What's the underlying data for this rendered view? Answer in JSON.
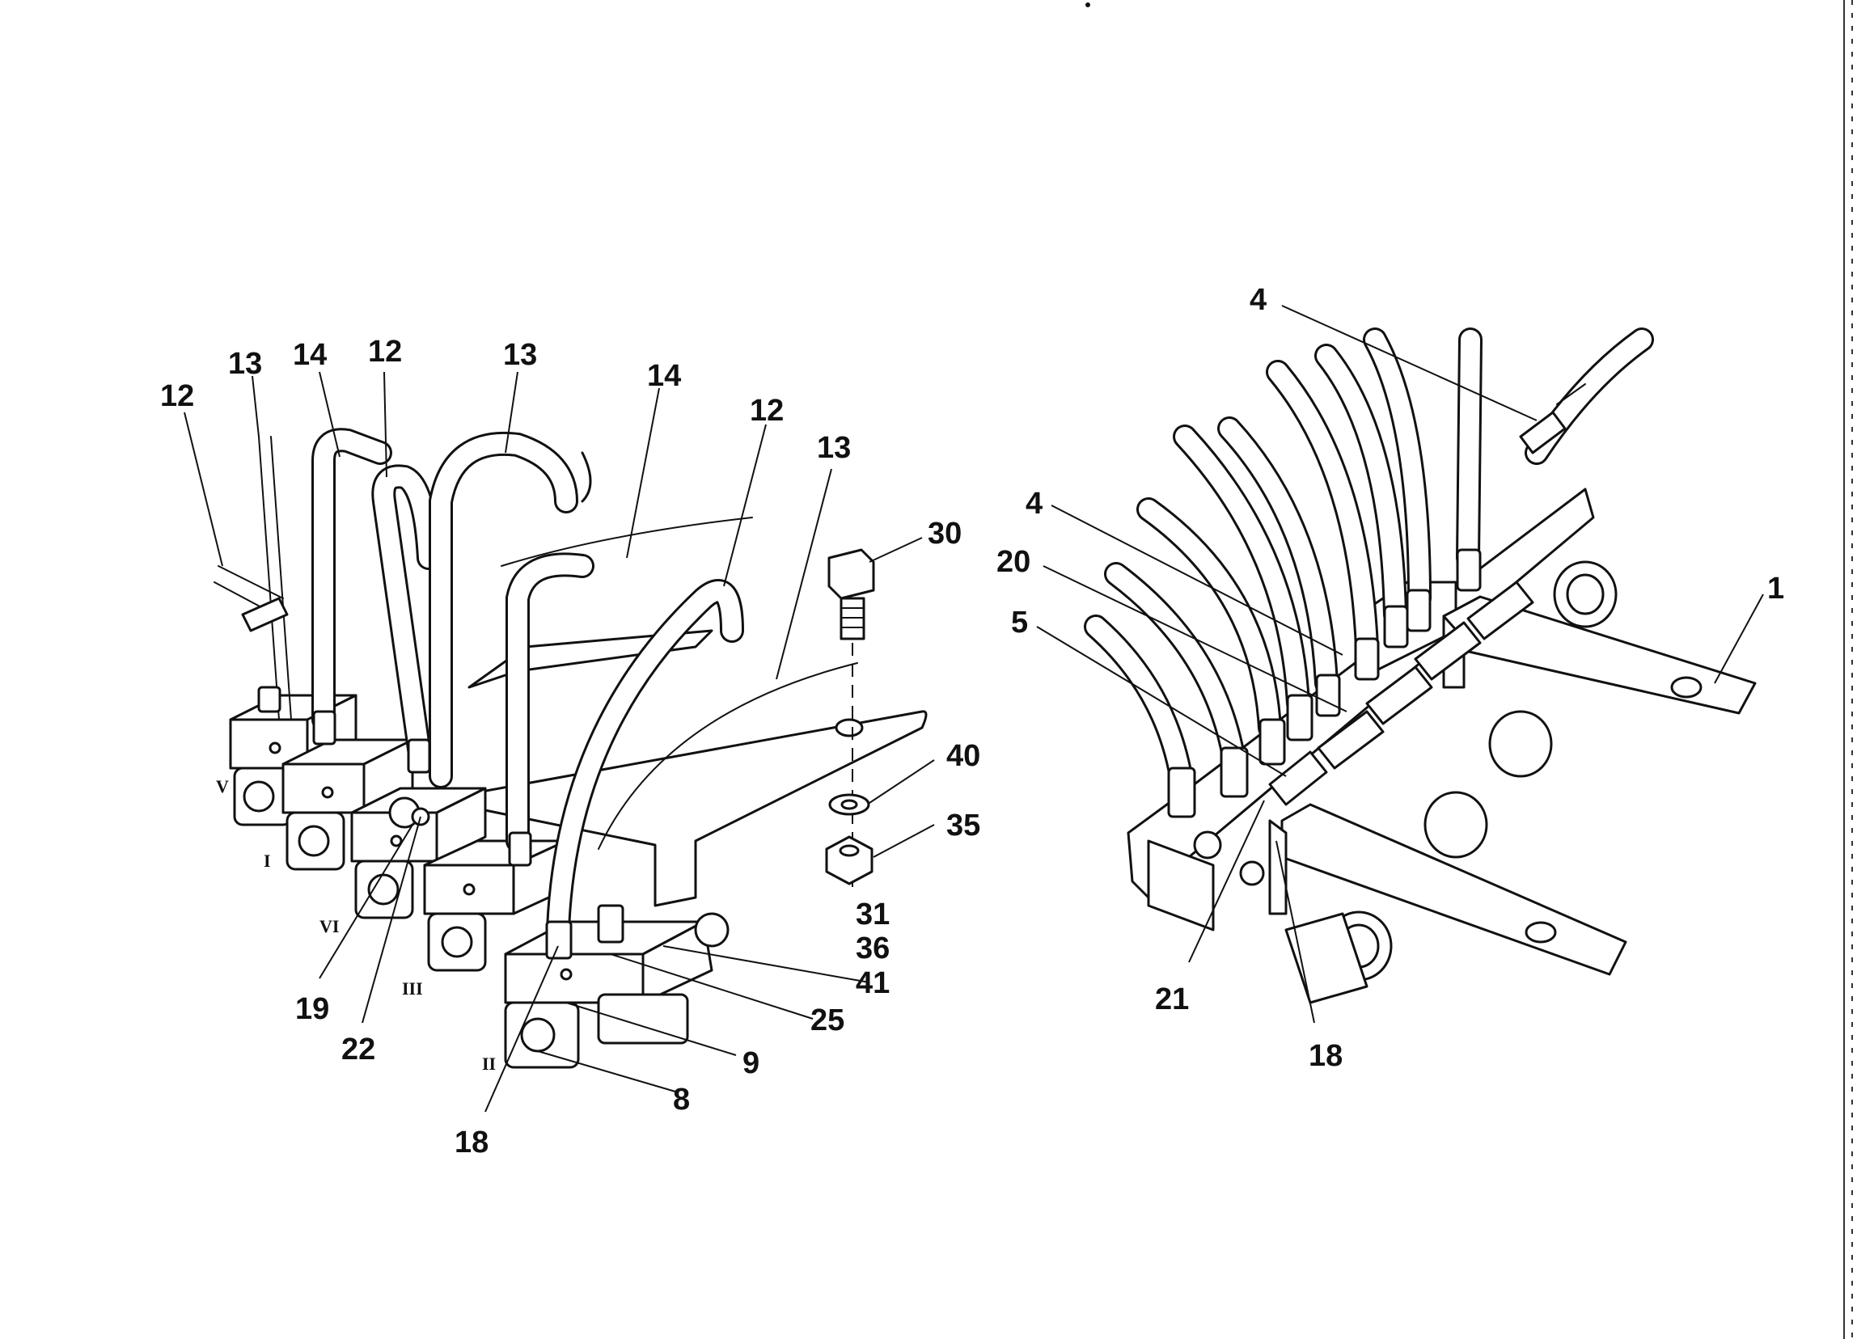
{
  "figure": {
    "left_assembly": {
      "labels": [
        "12",
        "13",
        "14",
        "12",
        "13",
        "14",
        "12",
        "13",
        "30",
        "40",
        "35",
        "31",
        "36",
        "41",
        "25",
        "9",
        "8",
        "18",
        "22",
        "19"
      ],
      "roman_markers": [
        "V",
        "I",
        "VI",
        "III",
        "II"
      ]
    },
    "right_assembly": {
      "labels": [
        "4",
        "4",
        "20",
        "5",
        "1",
        "21",
        "18"
      ]
    }
  }
}
